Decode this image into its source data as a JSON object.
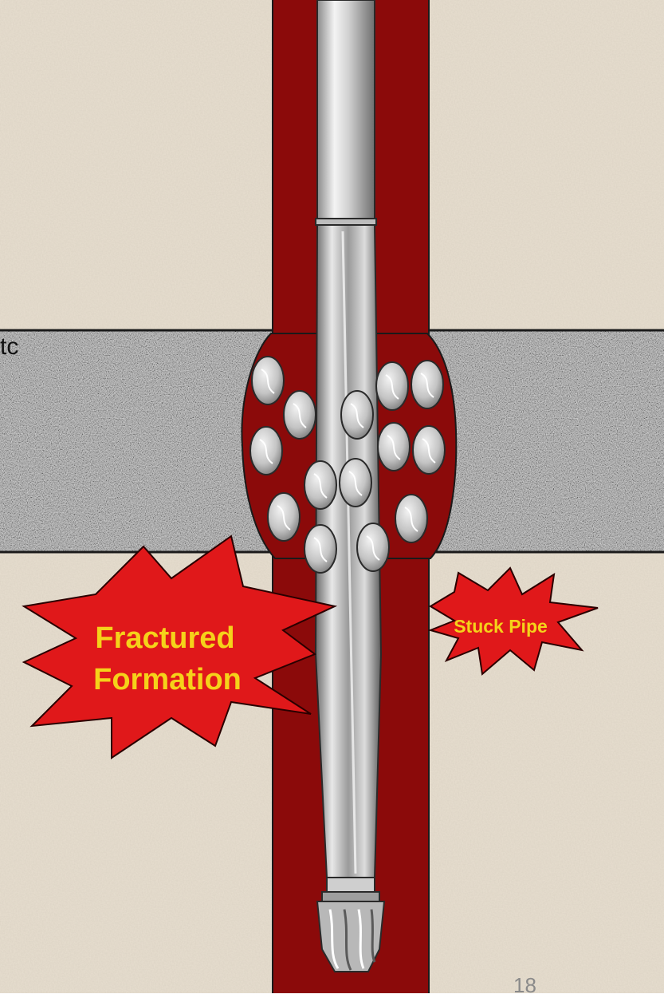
{
  "callouts": {
    "fractured_line1": "Fractured",
    "fractured_line2": "Formation",
    "stuck_pipe": "Stuck Pipe"
  },
  "clipped_text_fragment": "tc",
  "page_number": "18",
  "colors": {
    "background_rock": "#e6ddce",
    "borehole_mud": "#8b0a0a",
    "fractured_layer": "#a9a9a9",
    "callout_fill": "#e0181a",
    "callout_text": "#f5d21a"
  }
}
